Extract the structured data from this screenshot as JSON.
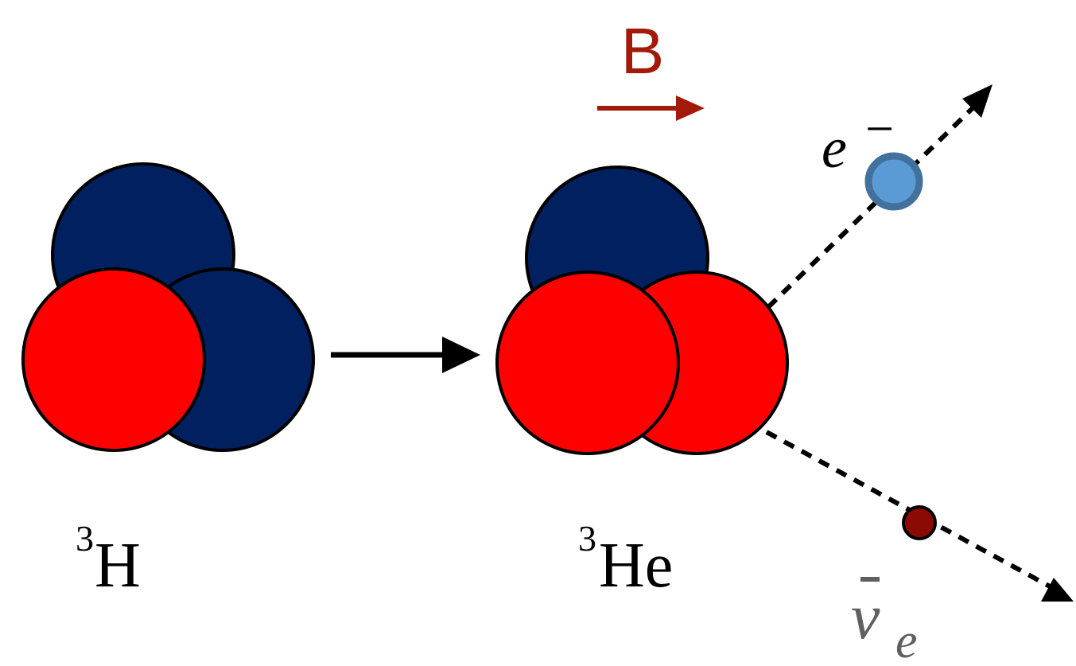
{
  "colors": {
    "neutron": "#00205f",
    "proton": "#ff0000",
    "outline": "#000000",
    "field": "#a31a0a",
    "electron_fill": "#5b9bd5",
    "electron_ring": "#41719c",
    "antineutrino": "#8b0a03",
    "antineutrino_label": "#606060"
  },
  "field": {
    "label": "B"
  },
  "reactant": {
    "mass_number": "3",
    "symbol": "H"
  },
  "product": {
    "mass_number": "3",
    "symbol": "He"
  },
  "electron": {
    "symbol": "e",
    "charge": "−"
  },
  "antineutrino": {
    "symbol": "ν",
    "subscript": "e"
  }
}
